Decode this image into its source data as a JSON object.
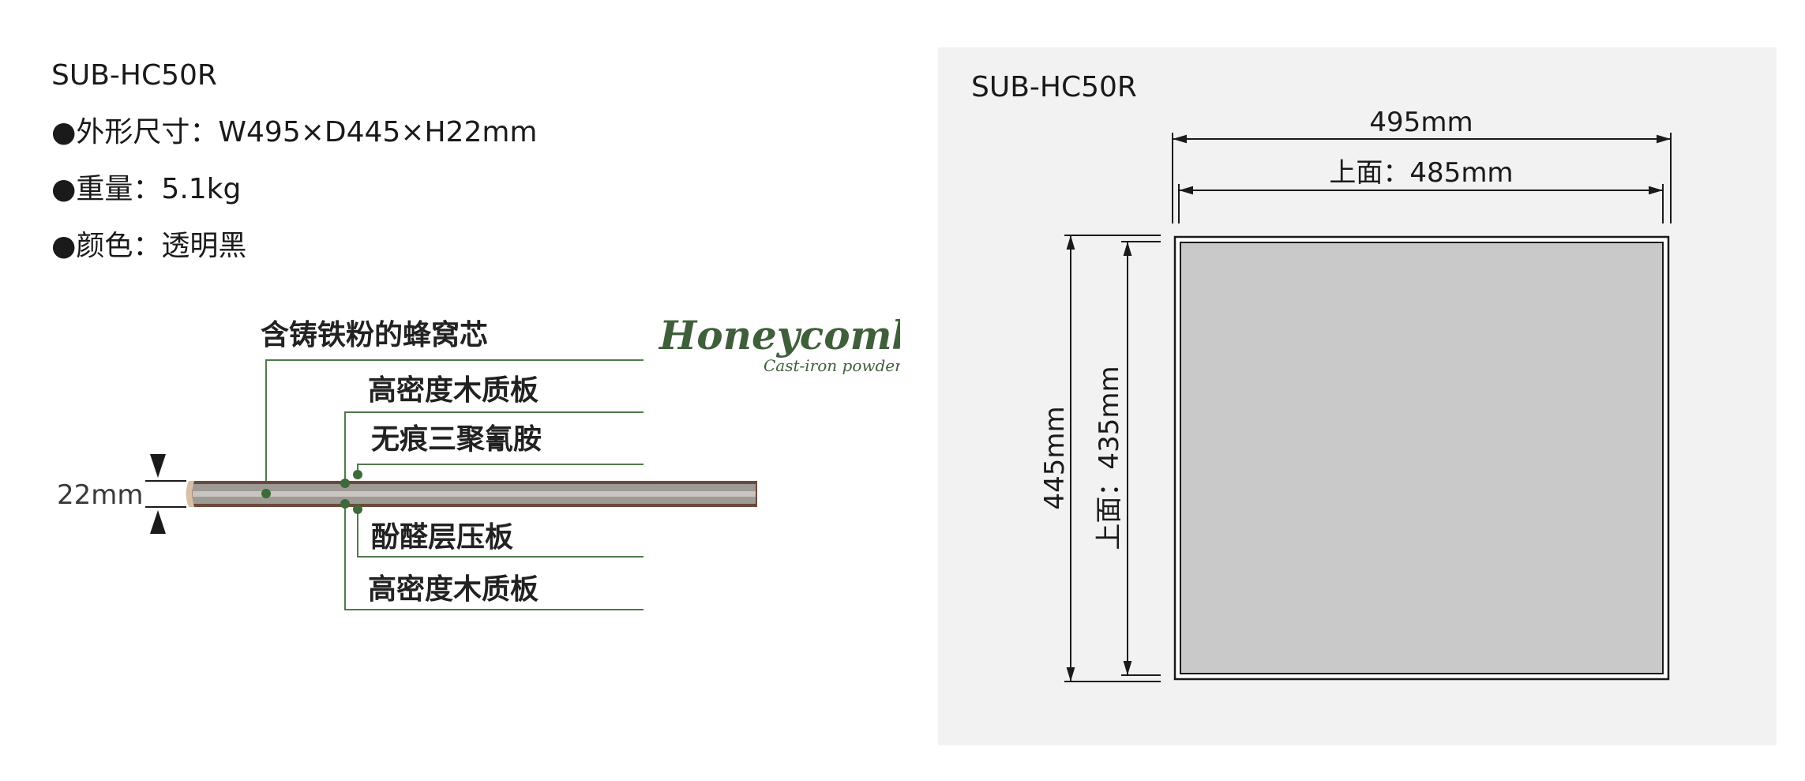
{
  "left": {
    "model": "SUB-HC50R",
    "specs": {
      "size": "●外形尺寸：W495×D445×H22mm",
      "weight": "●重量：5.1kg",
      "color": "●颜色：透明黑"
    }
  },
  "cross_section": {
    "height_label": "22mm",
    "layers": {
      "core": "含铸铁粉的蜂窝芯",
      "hdf_top": "高密度木质板",
      "melamine": "无痕三聚氰胺",
      "phenolic": "酚醛层压板",
      "hdf_bottom": "高密度木质板"
    },
    "logo": {
      "main": "Honeycomb",
      "sub": "Cast-iron powder",
      "color": "#3f5f3a"
    },
    "colors": {
      "leader_line": "#4f7a4a",
      "board_edge": "#6b4a3a",
      "board_fill": "#9e9a96",
      "board_stripe": "#c8c4c0"
    }
  },
  "right": {
    "model": "SUB-HC50R",
    "dims": {
      "outer_width": "495mm",
      "top_width": "上面：485mm",
      "outer_depth": "445mm",
      "top_depth": "上面：435mm"
    },
    "colors": {
      "panel_bg": "#f2f2f2",
      "board_fill": "#c9c9c9",
      "line": "#1a1a1a"
    }
  }
}
